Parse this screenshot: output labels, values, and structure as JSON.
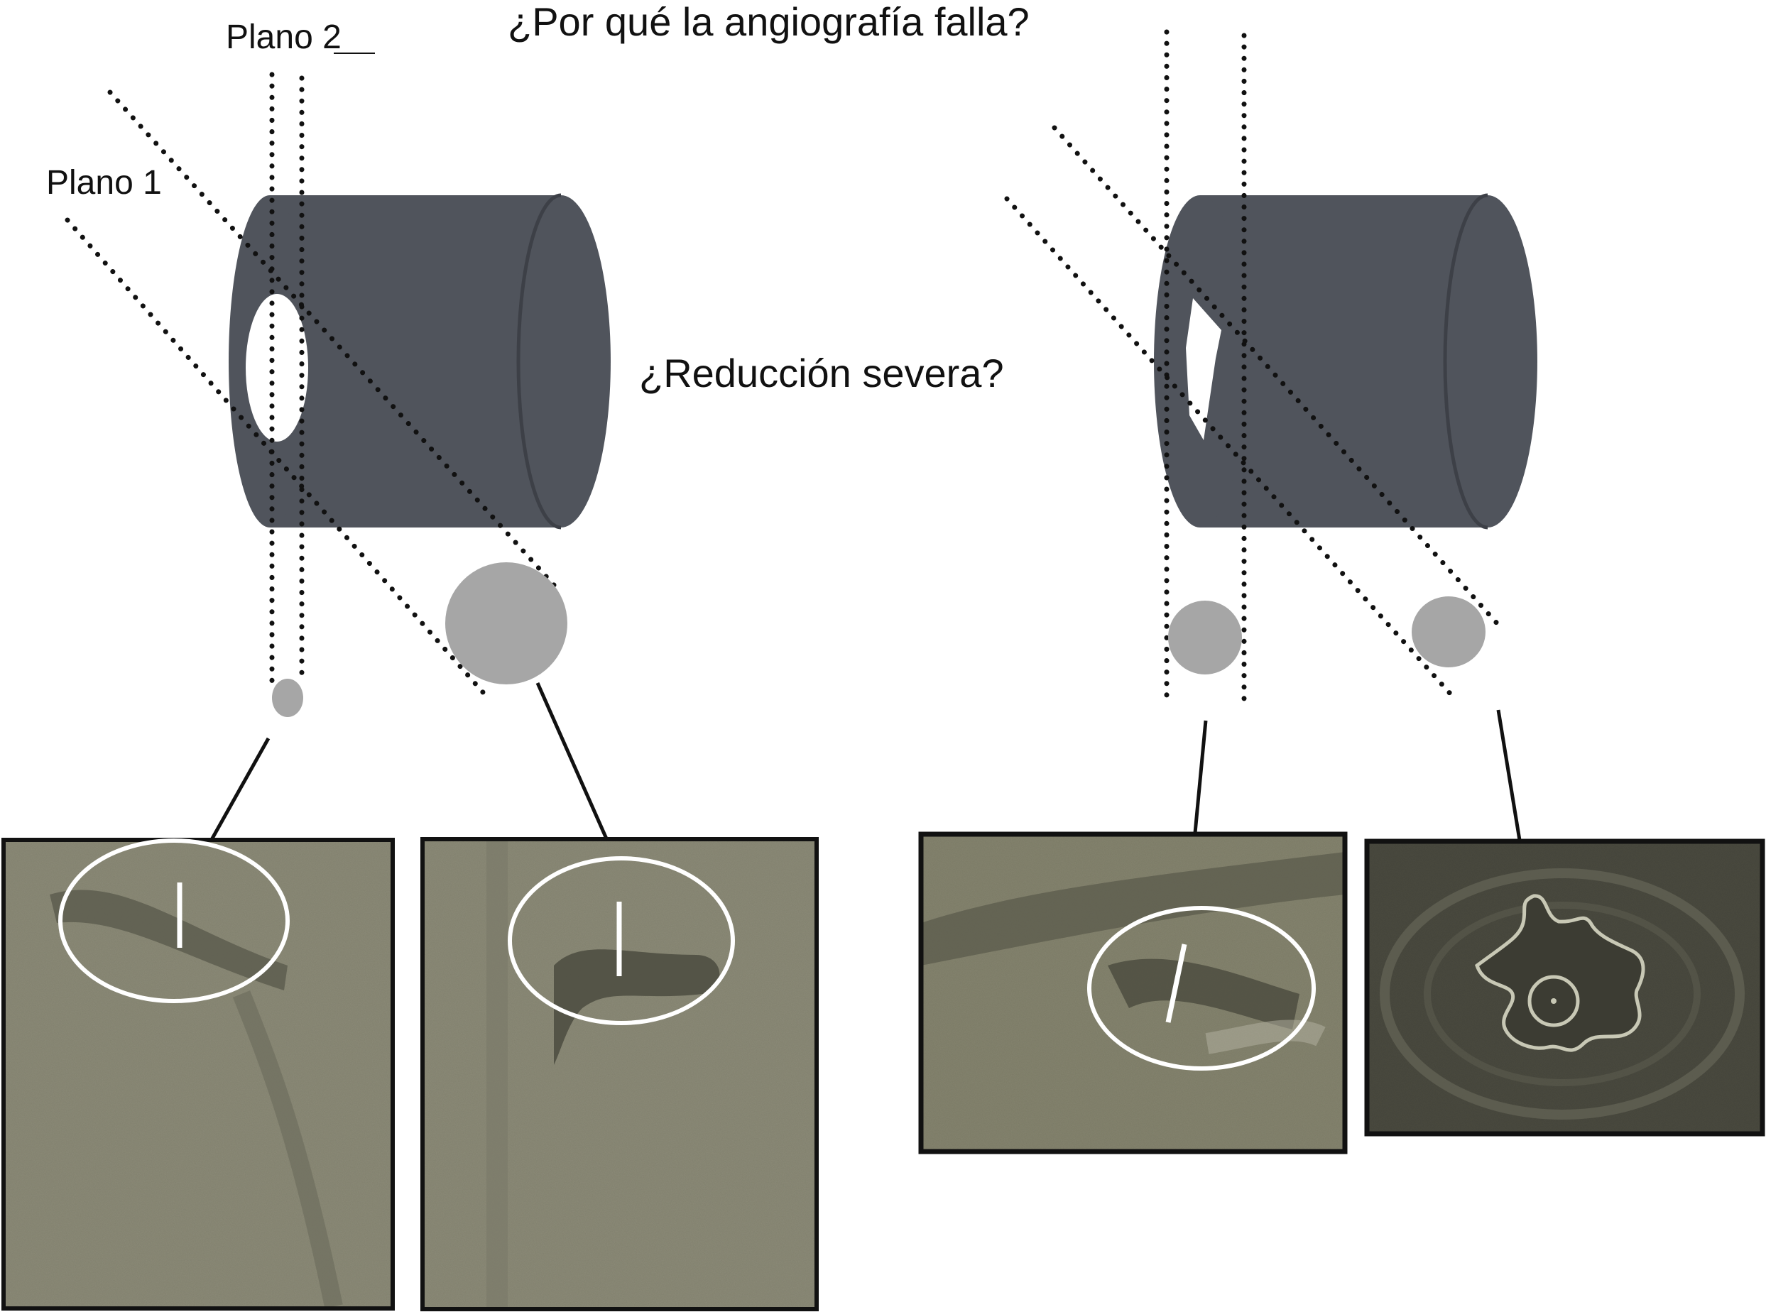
{
  "title": "¿Por qué la angiografía falla?",
  "labels": {
    "plane_1": "Plano 1",
    "plane_2": "Plano 2",
    "question": "¿Reducción severa?"
  },
  "colors": {
    "vessel": "#50545c",
    "projection": "#a6a6a6",
    "angiogram": "#8c8b78",
    "ivus_image": "#4a4a40",
    "frame": "#111111",
    "marker": "#ffffff",
    "background": "#ffffff"
  },
  "icons": [
    "vessel-cylinder-icon",
    "arrow-icon",
    "projection-dot-icon"
  ]
}
